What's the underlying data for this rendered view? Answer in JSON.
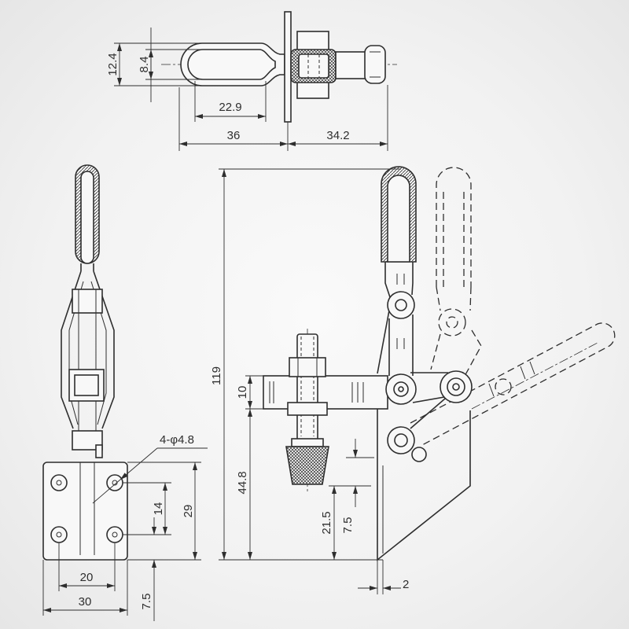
{
  "top_view": {
    "outer_height": "12.4",
    "inner_height": "8.4",
    "loop_length": "22.9",
    "handle_length": "36",
    "spindle_length": "34.2"
  },
  "side_view": {
    "holes": "4-φ4.8",
    "plate_height": "29",
    "hole_pitch_vertical": "14",
    "hole_pitch_horizontal": "20",
    "plate_width": "30",
    "hole_edge_offset": "7.5"
  },
  "front_view": {
    "overall_height": "119",
    "arm_thickness": "10",
    "arm_height": "44.8",
    "spindle_height": "21.5",
    "tip_offset": "7.5",
    "base_thickness": "2"
  },
  "colors": {
    "line": "#2e2e2e",
    "background": "#f2f2f2"
  }
}
